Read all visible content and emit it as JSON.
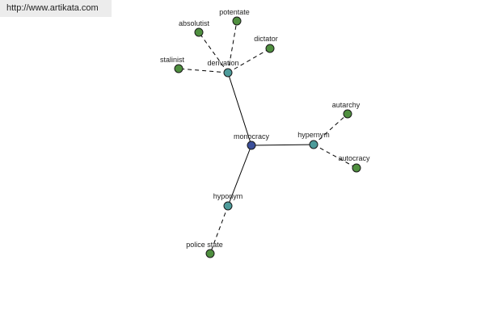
{
  "watermark": "http://www.artikata.com",
  "colors": {
    "center_node": "#3b4f9a",
    "relation_node": "#4d9b9a",
    "leaf_node": "#4f8f3f",
    "edge": "#000000"
  },
  "nodes": {
    "monocracy": "monocracy",
    "derivation": "derivation",
    "hypernym": "hypernym",
    "hyponym": "hyponym",
    "absolutist": "absolutist",
    "potentate": "potentate",
    "dictator": "dictator",
    "stalinist": "stalinist",
    "autarchy": "autarchy",
    "autocracy": "autocracy",
    "police_state": "police state"
  }
}
